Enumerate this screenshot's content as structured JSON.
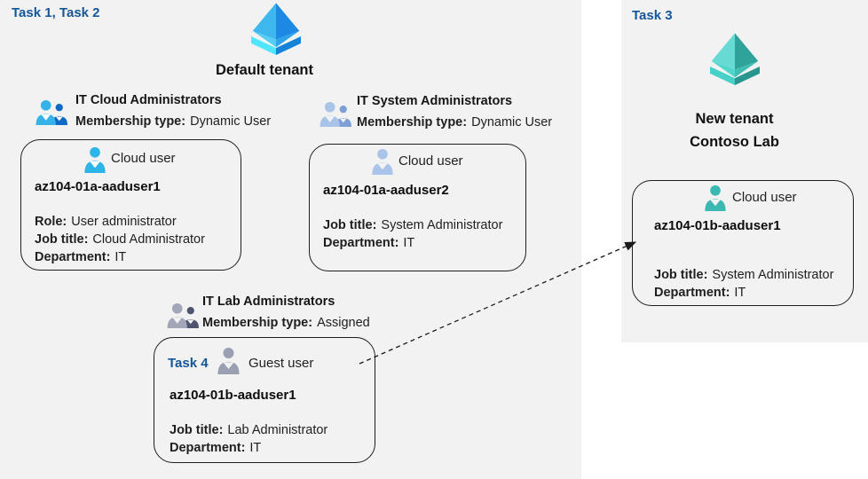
{
  "left_panel": {
    "task_label": "Task 1, Task 2",
    "tenant_name": "Default tenant",
    "groups": [
      {
        "name": "IT Cloud Administrators",
        "membership_label": "Membership type:",
        "membership_value": "Dynamic User"
      },
      {
        "name": "IT System Administrators",
        "membership_label": "Membership type:",
        "membership_value": "Dynamic User"
      },
      {
        "name": "IT Lab Administrators",
        "membership_label": "Membership type:",
        "membership_value": "Assigned"
      }
    ],
    "users": [
      {
        "card_type": "Cloud user",
        "username": "az104-01a-aaduser1",
        "fields": [
          {
            "label": "Role:",
            "value": "User administrator"
          },
          {
            "label": "Job title:",
            "value": "Cloud Administrator"
          },
          {
            "label": "Department:",
            "value": "IT"
          }
        ]
      },
      {
        "card_type": "Cloud user",
        "username": "az104-01a-aaduser2",
        "fields": [
          {
            "label": "Job title:",
            "value": "System Administrator"
          },
          {
            "label": "Department:",
            "value": "IT"
          }
        ]
      },
      {
        "task_label": "Task 4",
        "card_type": "Guest user",
        "username": "az104-01b-aaduser1",
        "fields": [
          {
            "label": "Job title:",
            "value": "Lab Administrator"
          },
          {
            "label": "Department:",
            "value": "IT"
          }
        ]
      }
    ]
  },
  "right_panel": {
    "task_label": "Task 3",
    "tenant_line1": "New tenant",
    "tenant_line2": "Contoso Lab",
    "user": {
      "card_type": "Cloud user",
      "username": "az104-01b-aaduser1",
      "fields": [
        {
          "label": "Job title:",
          "value": "System Administrator"
        },
        {
          "label": "Department:",
          "value": "IT"
        }
      ]
    }
  },
  "icons": {
    "default_tenant": "azure-tenant-diamond-icon (blue)",
    "new_tenant": "azure-tenant-diamond-icon (teal)",
    "group": "two-users-group-icon",
    "cloud_user": "single-person-icon",
    "guest_user": "single-person-icon (gray)"
  },
  "colors": {
    "task_text": "#14569a",
    "panel_bg": "#f2f2f2",
    "cloud_blue": "#2db4e8",
    "muted_blue": "#a9c4e8",
    "guest_gray": "#9aa0b2",
    "teal": "#3bb8b1",
    "arrow": "#1a1a1a"
  }
}
